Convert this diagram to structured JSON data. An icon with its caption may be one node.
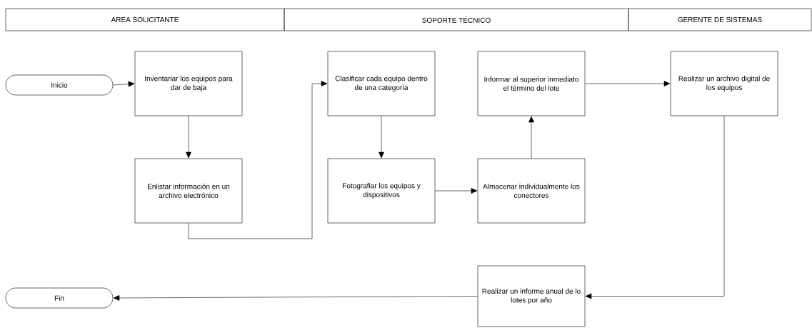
{
  "diagram": {
    "nodes": [
      {
        "text": [
          "AREA SOLICITANTE"
        ]
      },
      {
        "text": [
          "SOPORTE TÉCNICO"
        ]
      },
      {
        "text": [
          "GERENTE DE SISTEMAS"
        ]
      },
      {
        "text": [
          "Inicio"
        ]
      },
      {
        "text": [
          "Inventariar los equipos para dar de baja"
        ]
      },
      {
        "text": [
          "Enlistar información en un archivo electrónico"
        ]
      },
      {
        "text": [
          "Clasificar cada equipo dentro de una categoría"
        ]
      },
      {
        "text": [
          "Fotografiar los equipos y dispositivos"
        ]
      },
      {
        "text": [
          "Informar al superior inmediato el término del lote"
        ]
      },
      {
        "text": [
          "Almacenar individualmente los conectores"
        ]
      },
      {
        "text": [
          "Realizar un archivo digital de los equipos"
        ]
      },
      {
        "text": [
          "Realizar un informe anual de lo lotes por año"
        ]
      },
      {
        "text": [
          "Fin"
        ]
      }
    ],
    "edges": [
      {
        "from": 3,
        "to": 4,
        "arrow": "to"
      },
      {
        "from": 4,
        "to": 5,
        "arrow": "to"
      },
      {
        "from": 5,
        "to": 6,
        "arrow": "to"
      },
      {
        "from": 6,
        "to": 7,
        "arrow": "to"
      },
      {
        "from": 7,
        "to": 9,
        "arrow": "to"
      },
      {
        "from": 9,
        "to": 8,
        "arrow": "to"
      },
      {
        "from": 8,
        "to": 10,
        "arrow": "to"
      },
      {
        "from": 10,
        "to": 11,
        "arrow": "to"
      },
      {
        "from": 11,
        "to": 12,
        "arrow": "to"
      }
    ]
  }
}
